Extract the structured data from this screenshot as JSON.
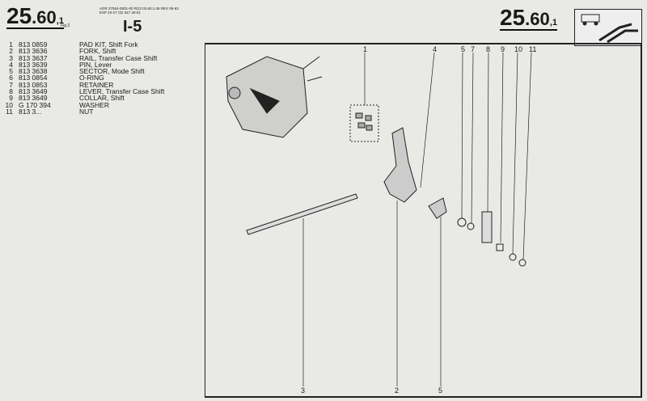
{
  "header": {
    "page_number_left": {
      "main": "25",
      "sub": "60",
      "suffix": "1"
    },
    "page_number_right": {
      "main": "25",
      "sub": "60",
      "suffix": "1"
    },
    "fig_ref": "Fig.3",
    "header_code": "AGR 27554-0831-00 RG2 02.60.1.06 REV 06-63 EXP 10-27 CD 347 28.01",
    "group_code": "I-5"
  },
  "parts": [
    {
      "no": "1",
      "part": "813 0859",
      "desc": "PAD KIT, Shift Fork"
    },
    {
      "no": "2",
      "part": "813 3636",
      "desc": "FORK, Shift"
    },
    {
      "no": "3",
      "part": "813 3637",
      "desc": "RAIL, Transfer Case Shift"
    },
    {
      "no": "4",
      "part": "813 3639",
      "desc": "PIN, Lever"
    },
    {
      "no": "5",
      "part": "813 3638",
      "desc": "SECTOR, Mode Shift"
    },
    {
      "no": "6",
      "part": "813 0854",
      "desc": "O-RING"
    },
    {
      "no": "7",
      "part": "813 0853",
      "desc": "RETAINER"
    },
    {
      "no": "8",
      "part": "813 3649",
      "desc": "LEVER, Transfer Case Shift"
    },
    {
      "no": "9",
      "part": "813 3649",
      "desc": "COLLAR, Shift"
    },
    {
      "no": "10",
      "part": "G 170 394",
      "desc": "WASHER"
    },
    {
      "no": "11",
      "part": "813 3...",
      "desc": "NUT"
    }
  ],
  "callouts_top": [
    "1",
    "4",
    "5",
    "7",
    "8",
    "9",
    "10",
    "11"
  ],
  "callouts_bottom": [
    "3",
    "2",
    "5"
  ]
}
